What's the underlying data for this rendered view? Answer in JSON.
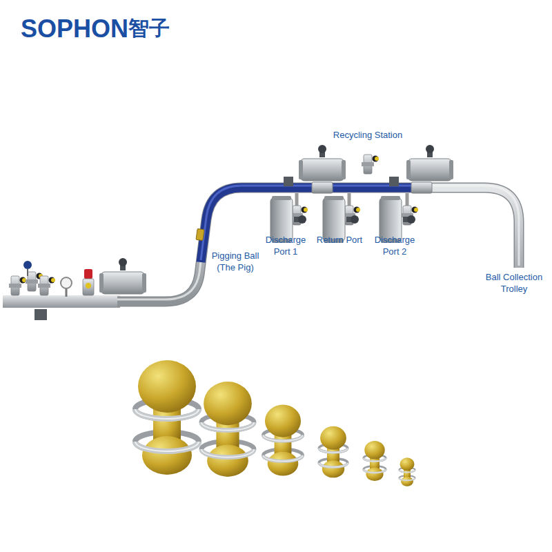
{
  "diagram": {
    "labels": [
      "SOPHON",
      "智子",
      "Recycling Station",
      "Discharge Port 1",
      "Return Port",
      "Discharge Port 2",
      "Pigging Ball (The Pig)",
      "Ball Collection Trolley"
    ]
  }
}
